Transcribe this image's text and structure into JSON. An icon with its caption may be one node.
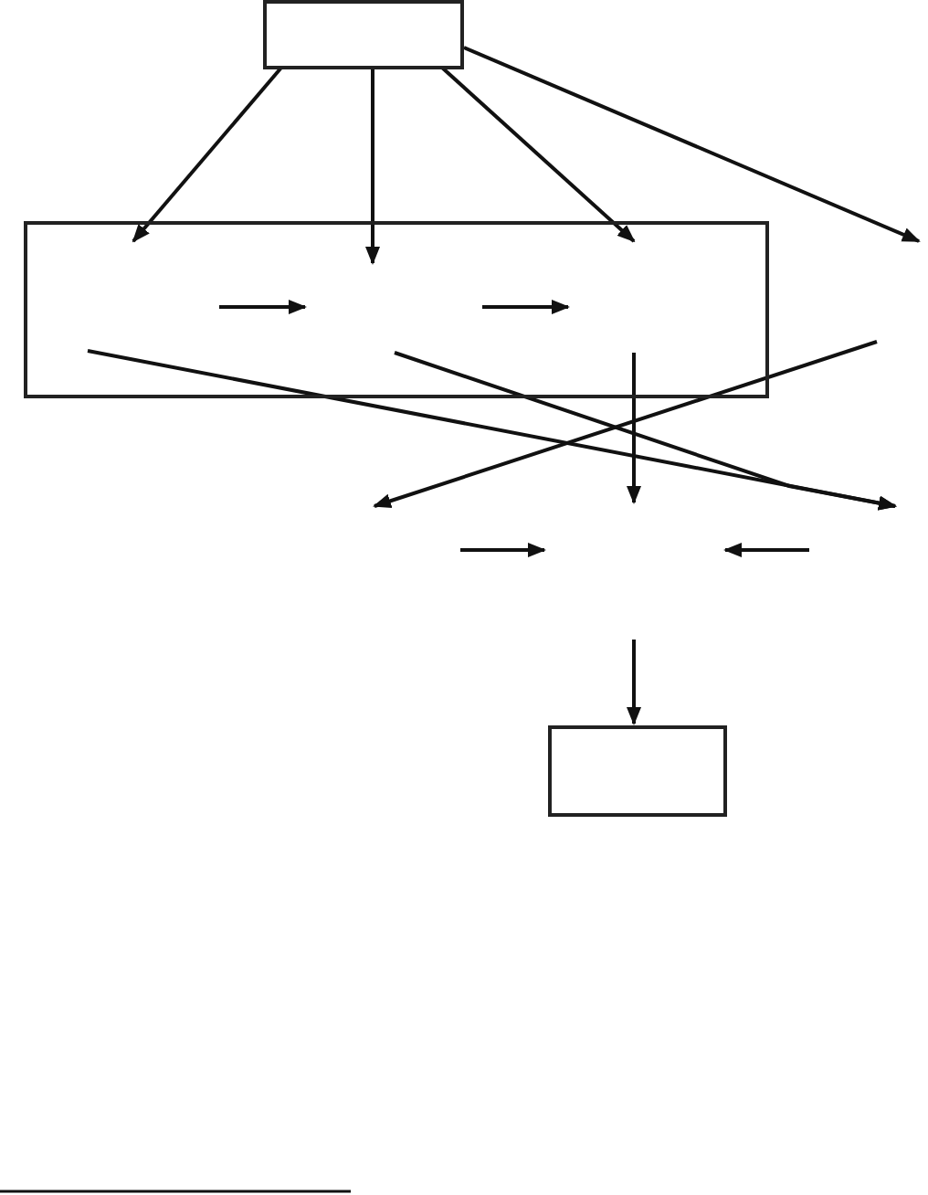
{
  "diagram": {
    "nodes": [
      {
        "text": [],
        "shape": "box"
      },
      {
        "text": [],
        "shape": "box"
      },
      {
        "text": [],
        "shape": "box"
      }
    ],
    "edges": [
      {
        "from": 0,
        "to": 1,
        "arrow": "to"
      },
      {
        "from": 0,
        "to": 1,
        "arrow": "to"
      },
      {
        "from": 0,
        "to": 1,
        "arrow": "to"
      },
      {
        "from": 0,
        "to": null,
        "arrow": "to"
      },
      {
        "from": 1,
        "to": null,
        "arrow": "to"
      },
      {
        "from": 1,
        "to": null,
        "arrow": "to"
      },
      {
        "from": 1,
        "to": null,
        "arrow": "to"
      },
      {
        "from": null,
        "to": 2,
        "arrow": "to"
      }
    ]
  }
}
